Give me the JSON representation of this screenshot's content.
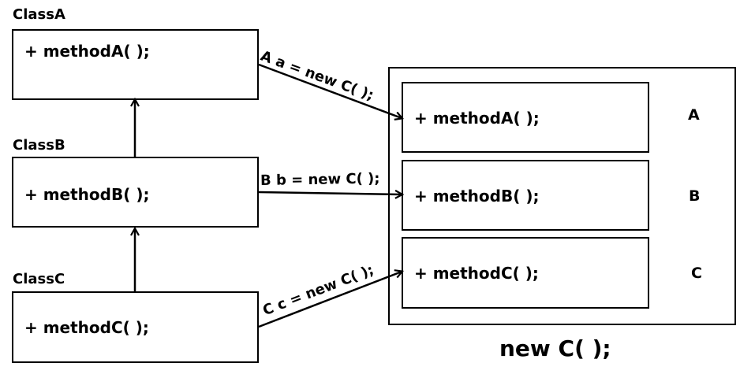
{
  "classes": {
    "a": {
      "title": "ClassA",
      "method": "+ methodA( );"
    },
    "b": {
      "title": "ClassB",
      "method": "+ methodB( );"
    },
    "c": {
      "title": "ClassC",
      "method": "+ methodC( );"
    }
  },
  "instance": {
    "rows": [
      {
        "method": "+ methodA( );",
        "letter": "A"
      },
      {
        "method": "+ methodB( );",
        "letter": "B"
      },
      {
        "method": "+ methodC( );",
        "letter": "C"
      }
    ],
    "caption": "new C( );"
  },
  "arrows": {
    "a": "A a = new C( );",
    "b": "B b = new C( );",
    "c": "C c = new C( );"
  }
}
